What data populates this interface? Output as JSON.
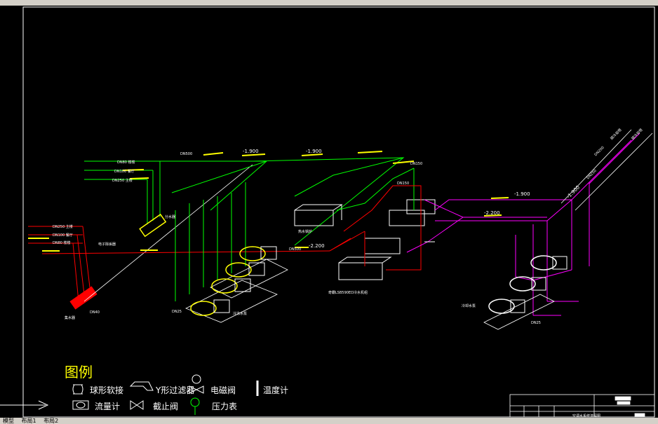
{
  "toolbar": {
    "label": "CAD toolbar"
  },
  "tabs": [
    "模型",
    "布局1",
    "布局2"
  ],
  "pipe_labels": {
    "dn80_floor": "DN80 楼楼",
    "dn100_hall": "DN100 餐厅",
    "dn250_main": "DN250 主楼",
    "dn250_main2": "DN250 主楼",
    "dn100_hall2": "DN100 餐厅",
    "dn80_floor2": "DN80 楼楼",
    "dn500": "DN500",
    "dn500b": "DN500",
    "dn150": "DN150",
    "dn150b": "DN150",
    "dn40": "DN40",
    "dn25a": "DN25",
    "dn25b": "DN25",
    "dn200": "DN200",
    "dn250r": "DN250",
    "cooling_tower_1": "接冷却塔",
    "cooling_tower_2": "接冷却塔"
  },
  "levels": {
    "l1": "-1.900",
    "l2": "-1.900",
    "l3": "-2.200",
    "l4": "-1.900",
    "l5": "-2.200",
    "l6": "-1.900"
  },
  "equipment": {
    "distributor": "分水器",
    "collector": "集水器",
    "descaler": "电子除垢器",
    "boiler": "热水锅炉",
    "chilled_pumps": "冷冻水泵",
    "chiller": "奇霸LSB590ED冷水机组",
    "cooling_pumps": "冷却水泵"
  },
  "legend": {
    "title": "图例",
    "items": [
      "球形软接",
      "Y形过滤器",
      "电磁阀",
      "温度计",
      "流量计",
      "截止阀",
      "压力表"
    ]
  },
  "title_block": {
    "caption": "空调水系统流程图"
  },
  "colors": {
    "background": "#000000",
    "green_pipe": "#00ff00",
    "red_pipe": "#ff0000",
    "magenta_pipe": "#ff00ff",
    "yellow": "#ffff00",
    "white": "#ffffff"
  }
}
